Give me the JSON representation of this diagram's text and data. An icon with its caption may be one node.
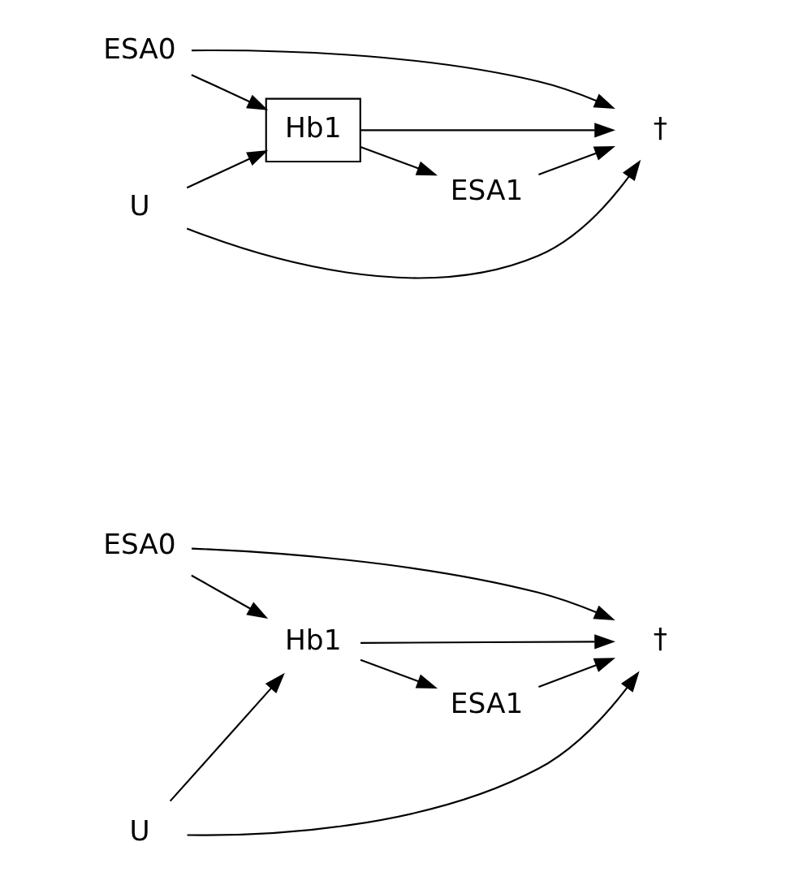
{
  "diagram": {
    "nodes": [
      {
        "text": [
          "ESA0"
        ]
      },
      {
        "text": [
          "Hb1"
        ]
      },
      {
        "text": [
          "ESA1"
        ]
      },
      {
        "text": [
          "†"
        ]
      },
      {
        "text": [
          "U"
        ]
      },
      {
        "text": [
          "ESA0"
        ]
      },
      {
        "text": [
          "Hb1"
        ]
      },
      {
        "text": [
          "ESA1"
        ]
      },
      {
        "text": [
          "†"
        ]
      },
      {
        "text": [
          "U"
        ]
      }
    ],
    "edges": [
      {
        "from": 0,
        "to": 3,
        "arrow": "to"
      },
      {
        "from": 0,
        "to": 1,
        "arrow": "to"
      },
      {
        "from": 1,
        "to": 2,
        "arrow": "to"
      },
      {
        "from": 2,
        "to": 3,
        "arrow": "to"
      },
      {
        "from": 1,
        "to": 3,
        "arrow": "to"
      },
      {
        "from": 4,
        "to": 1,
        "arrow": "to"
      },
      {
        "from": 4,
        "to": 3,
        "arrow": "to"
      },
      {
        "from": 5,
        "to": 8,
        "arrow": "to"
      },
      {
        "from": 5,
        "to": 6,
        "arrow": "to"
      },
      {
        "from": 6,
        "to": 7,
        "arrow": "to"
      },
      {
        "from": 7,
        "to": 8,
        "arrow": "to"
      },
      {
        "from": 6,
        "to": 8,
        "arrow": "to"
      },
      {
        "from": 9,
        "to": 6,
        "arrow": "to"
      },
      {
        "from": 9,
        "to": 8,
        "arrow": "to"
      }
    ]
  }
}
